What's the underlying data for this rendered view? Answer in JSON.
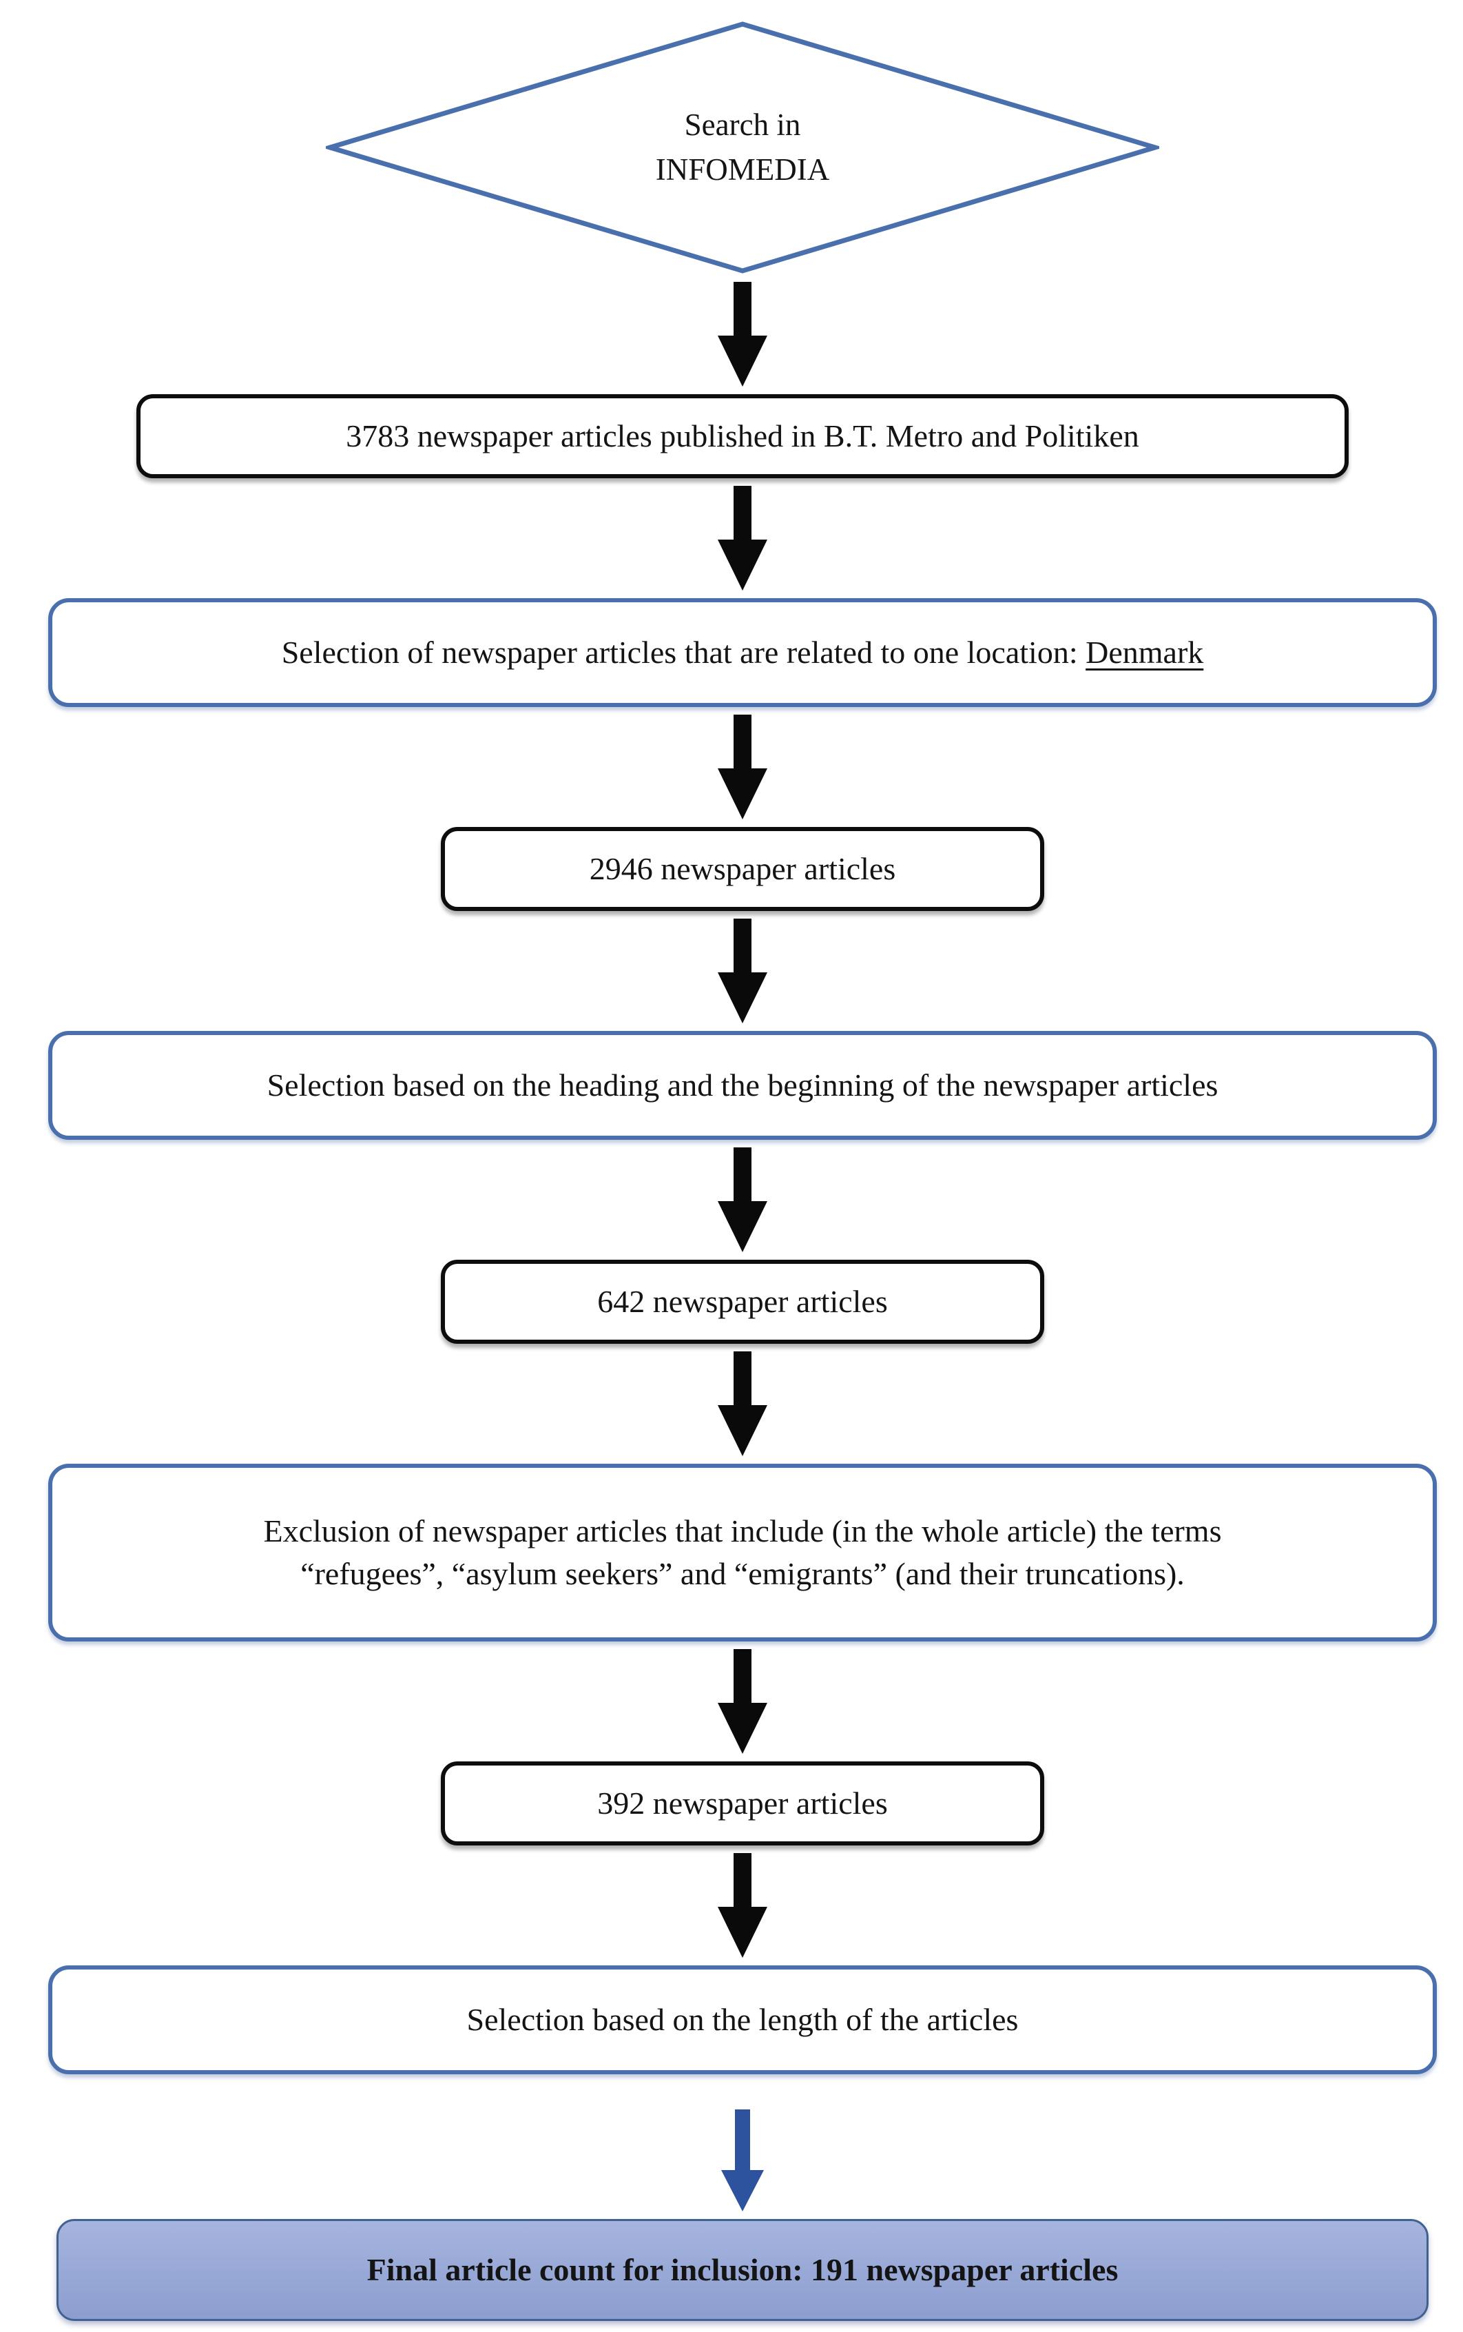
{
  "flow": {
    "diamond": {
      "line1": "Search in",
      "line2": "INFOMEDIA"
    },
    "box1": "3783 newspaper articles published in B.T. Metro and Politiken",
    "box2_prefix": "Selection of newspaper articles that are related to one location: ",
    "box2_underlined": "Denmark",
    "box3": "2946 newspaper articles",
    "box4": "Selection based on the heading and the beginning of the newspaper articles",
    "box5": "642 newspaper articles",
    "box6_line1": "Exclusion of newspaper articles that include (in the whole article) the terms",
    "box6_line2": "“refugees”, “asylum seekers” and “emigrants” (and their truncations).",
    "box7": "392 newspaper articles",
    "box8": "Selection based on the length of the articles",
    "box9": "Final article count for inclusion: 191 newspaper articles"
  },
  "colors": {
    "diamond_border": "#4a6fad",
    "blue_box_border": "#4a6fad",
    "black_box_border": "#0d0d0d",
    "black_arrow": "#0a0a0a",
    "blue_arrow": "#2d529e",
    "final_box_fill_top": "#a6b4de",
    "final_box_fill_bottom": "#8c9dcf",
    "final_box_border": "#41618f",
    "text": "#141414"
  }
}
